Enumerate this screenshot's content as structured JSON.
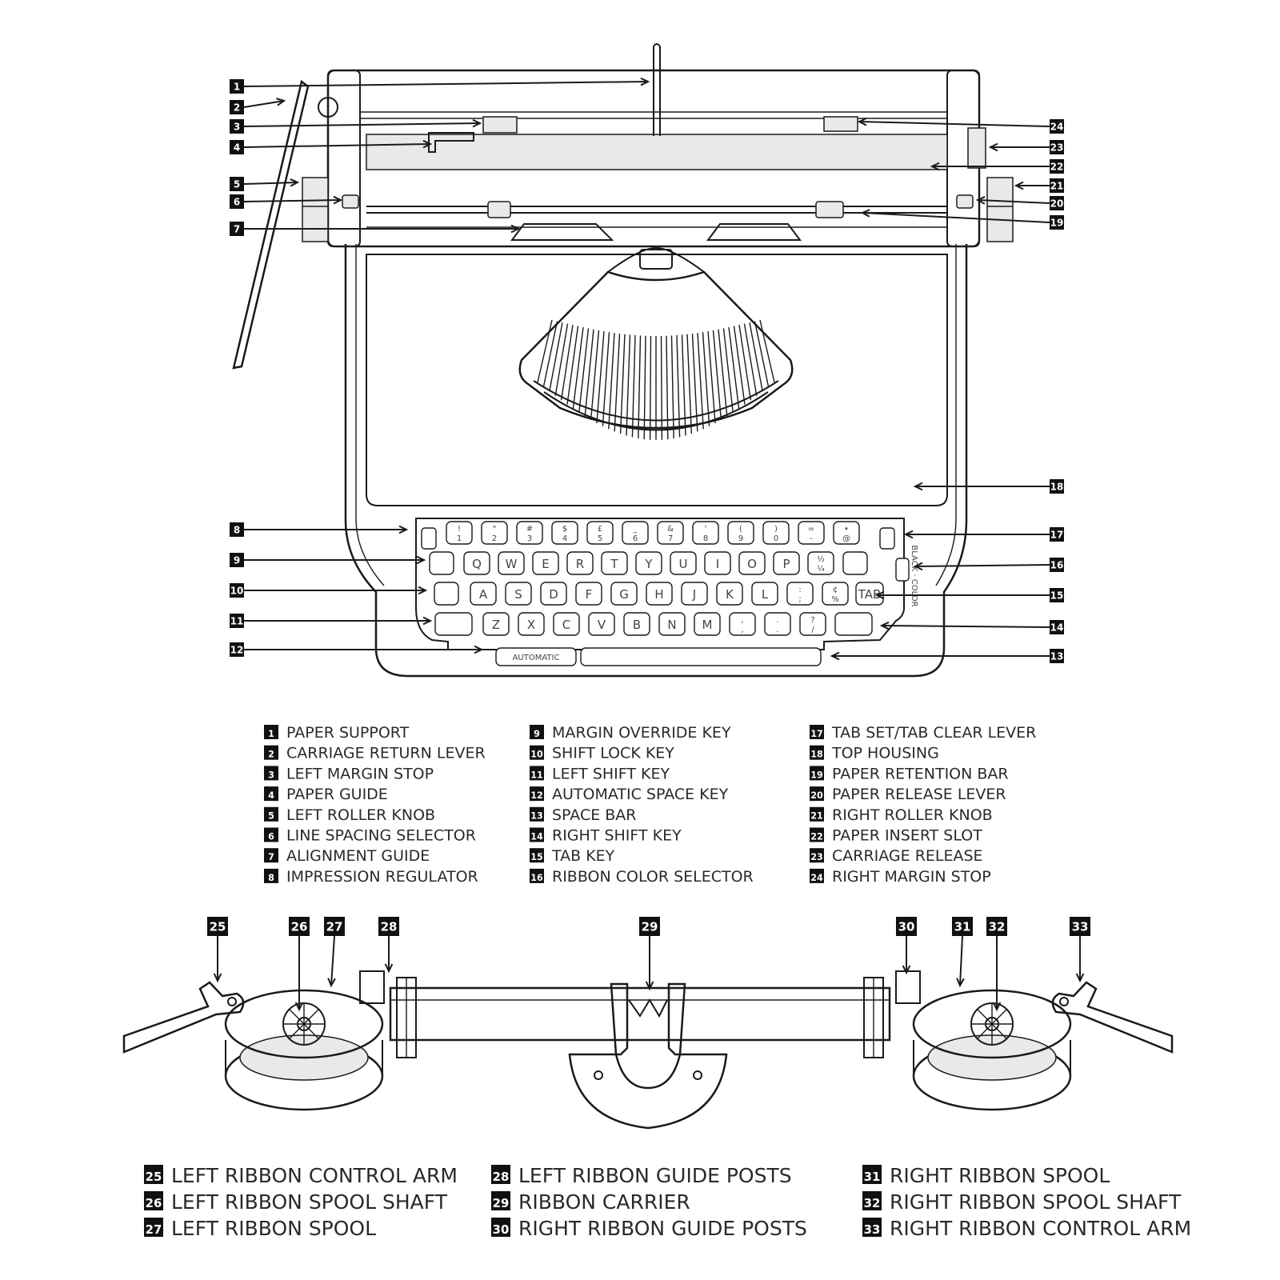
{
  "callouts": [
    {
      "n": "1",
      "label": "PAPER SUPPORT"
    },
    {
      "n": "2",
      "label": "CARRIAGE RETURN LEVER"
    },
    {
      "n": "3",
      "label": "LEFT MARGIN STOP"
    },
    {
      "n": "4",
      "label": "PAPER GUIDE"
    },
    {
      "n": "5",
      "label": "LEFT ROLLER KNOB"
    },
    {
      "n": "6",
      "label": "LINE SPACING SELECTOR"
    },
    {
      "n": "7",
      "label": "ALIGNMENT GUIDE"
    },
    {
      "n": "8",
      "label": "IMPRESSION REGULATOR"
    },
    {
      "n": "9",
      "label": "MARGIN OVERRIDE KEY"
    },
    {
      "n": "10",
      "label": "SHIFT LOCK KEY"
    },
    {
      "n": "11",
      "label": "LEFT SHIFT KEY"
    },
    {
      "n": "12",
      "label": "AUTOMATIC SPACE KEY"
    },
    {
      "n": "13",
      "label": "SPACE BAR"
    },
    {
      "n": "14",
      "label": "RIGHT SHIFT KEY"
    },
    {
      "n": "15",
      "label": "TAB KEY"
    },
    {
      "n": "16",
      "label": "RIBBON COLOR SELECTOR"
    },
    {
      "n": "17",
      "label": "TAB SET/TAB CLEAR LEVER"
    },
    {
      "n": "18",
      "label": "TOP HOUSING"
    },
    {
      "n": "19",
      "label": "PAPER RETENTION BAR"
    },
    {
      "n": "20",
      "label": "PAPER RELEASE LEVER"
    },
    {
      "n": "21",
      "label": "RIGHT ROLLER KNOB"
    },
    {
      "n": "22",
      "label": "PAPER INSERT SLOT"
    },
    {
      "n": "23",
      "label": "CARRIAGE RELEASE"
    },
    {
      "n": "24",
      "label": "RIGHT MARGIN STOP"
    },
    {
      "n": "25",
      "label": "LEFT RIBBON CONTROL ARM"
    },
    {
      "n": "26",
      "label": "LEFT RIBBON SPOOL SHAFT"
    },
    {
      "n": "27",
      "label": "LEFT RIBBON SPOOL"
    },
    {
      "n": "28",
      "label": "LEFT RIBBON GUIDE POSTS"
    },
    {
      "n": "29",
      "label": "RIBBON CARRIER"
    },
    {
      "n": "30",
      "label": "RIGHT RIBBON GUIDE POSTS"
    },
    {
      "n": "31",
      "label": "RIGHT RIBBON SPOOL"
    },
    {
      "n": "32",
      "label": "RIGHT RIBBON SPOOL SHAFT"
    },
    {
      "n": "33",
      "label": "RIGHT RIBBON CONTROL ARM"
    }
  ],
  "keyboard": {
    "row1": [
      {
        "top": "!",
        "bot": "1"
      },
      {
        "top": "\"",
        "bot": "2"
      },
      {
        "top": "#",
        "bot": "3"
      },
      {
        "top": "$",
        "bot": "4"
      },
      {
        "top": "£",
        "bot": "5"
      },
      {
        "top": "_",
        "bot": "6"
      },
      {
        "top": "&",
        "bot": "7"
      },
      {
        "top": "'",
        "bot": "8"
      },
      {
        "top": "(",
        "bot": "9"
      },
      {
        "top": ")",
        "bot": "0"
      },
      {
        "top": "=",
        "bot": "-"
      },
      {
        "top": "•",
        "bot": "@"
      }
    ],
    "row2": [
      "Q",
      "W",
      "E",
      "R",
      "T",
      "Y",
      "U",
      "I",
      "O",
      "P"
    ],
    "row2_extra": {
      "top": "½",
      "bot": "¼"
    },
    "row3": [
      "A",
      "S",
      "D",
      "F",
      "G",
      "H",
      "J",
      "K",
      "L"
    ],
    "row3_extra1": {
      "top": ":",
      "bot": ";"
    },
    "row3_extra2": {
      "top": "¢",
      "bot": "%"
    },
    "row4": [
      "Z",
      "X",
      "C",
      "V",
      "B",
      "N",
      "M"
    ],
    "row4_extra": [
      {
        "top": ",",
        "bot": ","
      },
      {
        "top": ".",
        "bot": "."
      },
      {
        "top": "?",
        "bot": "/"
      }
    ],
    "tab_label": "TAB",
    "auto_label": "AUTOMATIC",
    "ribbon_side_text": "BLACK · COLOR"
  }
}
